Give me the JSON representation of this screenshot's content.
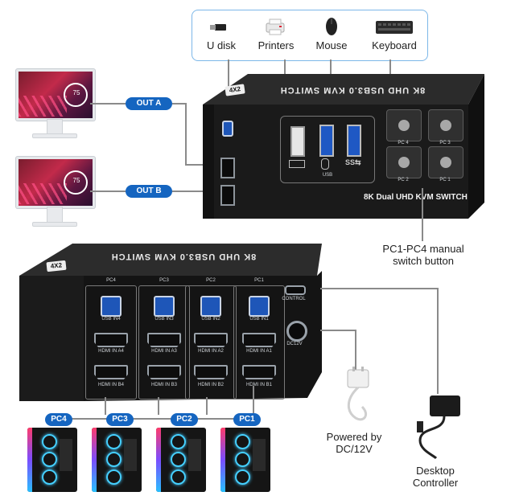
{
  "peripherals": [
    {
      "label": "U disk",
      "icon": "u-disk-icon"
    },
    {
      "label": "Printers",
      "icon": "printer-icon"
    },
    {
      "label": "Mouse",
      "icon": "mouse-icon"
    },
    {
      "label": "Keyboard",
      "icon": "keyboard-icon"
    }
  ],
  "outputs": [
    {
      "label": "OUT A"
    },
    {
      "label": "OUT B"
    }
  ],
  "monitor_screen_text": "75",
  "front_box": {
    "badge": "4X2",
    "top_text": "8K UHD USB3.0 KVM SWITCH",
    "bottom_text": "8K Dual UHD KVM SWITCH",
    "button_labels": [
      "PC 4",
      "PC 3",
      "PC 2",
      "PC 1"
    ],
    "usb_label": "USB"
  },
  "manual_switch_label": "PC1-PC4 manual switch button",
  "back_box": {
    "badge": "4X2",
    "top_text": "8K UHD USB3.0 KVM SWITCH",
    "columns": [
      {
        "pc": "PC4",
        "usb": "USB IN4",
        "hdmi_a": "HDMI IN A4",
        "hdmi_b": "HDMI IN B4"
      },
      {
        "pc": "PC3",
        "usb": "USB IN3",
        "hdmi_a": "HDMI IN A3",
        "hdmi_b": "HDMI IN B3"
      },
      {
        "pc": "PC2",
        "usb": "USB IN2",
        "hdmi_a": "HDMI IN A2",
        "hdmi_b": "HDMI IN B2"
      },
      {
        "pc": "PC1",
        "usb": "USB IN1",
        "hdmi_a": "HDMI IN A1",
        "hdmi_b": "HDMI IN B1"
      }
    ],
    "control_label": "CONTROL",
    "dc_label": "DC12V"
  },
  "pcs": [
    {
      "label": "PC4"
    },
    {
      "label": "PC3"
    },
    {
      "label": "PC2"
    },
    {
      "label": "PC1"
    }
  ],
  "power_label": "Powered by DC/12V",
  "controller_label": "Desktop Controller",
  "colors": {
    "accent": "#1565c0",
    "panel_border": "#7cb7e8",
    "device": "#1a1a1a"
  }
}
